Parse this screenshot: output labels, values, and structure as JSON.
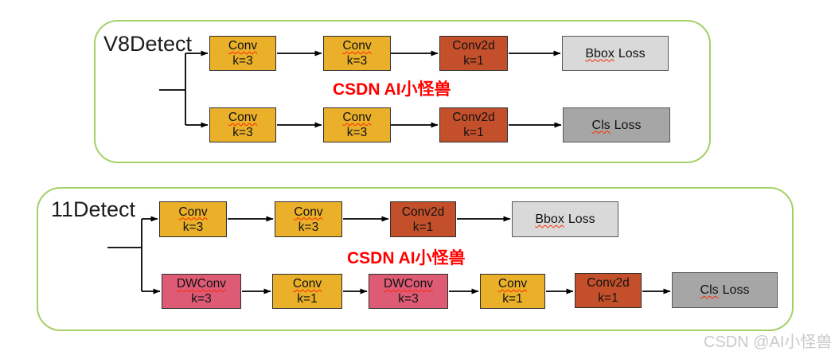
{
  "colors": {
    "conv-yellow": "#EAB02A",
    "conv2d-orange": "#C4502B",
    "dwconv-pink": "#DE5B76",
    "bbox-gray": "#D9D9D9",
    "cls-gray": "#A6A6A6",
    "panel-green": "#A4D067",
    "watermark-red": "#FF0000",
    "footer-gray": "#C9CACB",
    "squiggle-red": "#FF2A00"
  },
  "v8": {
    "title": "V8Detect",
    "watermark": "CSDN AI小怪兽",
    "bbox_branch": [
      {
        "l1": "Conv",
        "l2": "k=3"
      },
      {
        "l1": "Conv",
        "l2": "k=3"
      },
      {
        "l1": "Conv2d",
        "l2": "k=1"
      }
    ],
    "bbox_loss": {
      "w1": "Bbox",
      "w2": "Loss"
    },
    "cls_branch": [
      {
        "l1": "Conv",
        "l2": "k=3"
      },
      {
        "l1": "Conv",
        "l2": "k=3"
      },
      {
        "l1": "Conv2d",
        "l2": "k=1"
      }
    ],
    "cls_loss": {
      "w1": "Cls",
      "w2": "Loss"
    }
  },
  "v11": {
    "title": "11Detect",
    "watermark": "CSDN AI小怪兽",
    "bbox_branch": [
      {
        "l1": "Conv",
        "l2": "k=3"
      },
      {
        "l1": "Conv",
        "l2": "k=3"
      },
      {
        "l1": "Conv2d",
        "l2": "k=1"
      }
    ],
    "bbox_loss": {
      "w1": "Bbox",
      "w2": "Loss"
    },
    "cls_branch": [
      {
        "l1": "DWConv",
        "l2": "k=3"
      },
      {
        "l1": "Conv",
        "l2": "k=1"
      },
      {
        "l1": "DWConv",
        "l2": "k=3"
      },
      {
        "l1": "Conv",
        "l2": "k=1"
      },
      {
        "l1": "Conv2d",
        "l2": "k=1"
      }
    ],
    "cls_loss": {
      "w1": "Cls",
      "w2": "Loss"
    }
  },
  "footer_watermark": "CSDN @AI小怪兽"
}
